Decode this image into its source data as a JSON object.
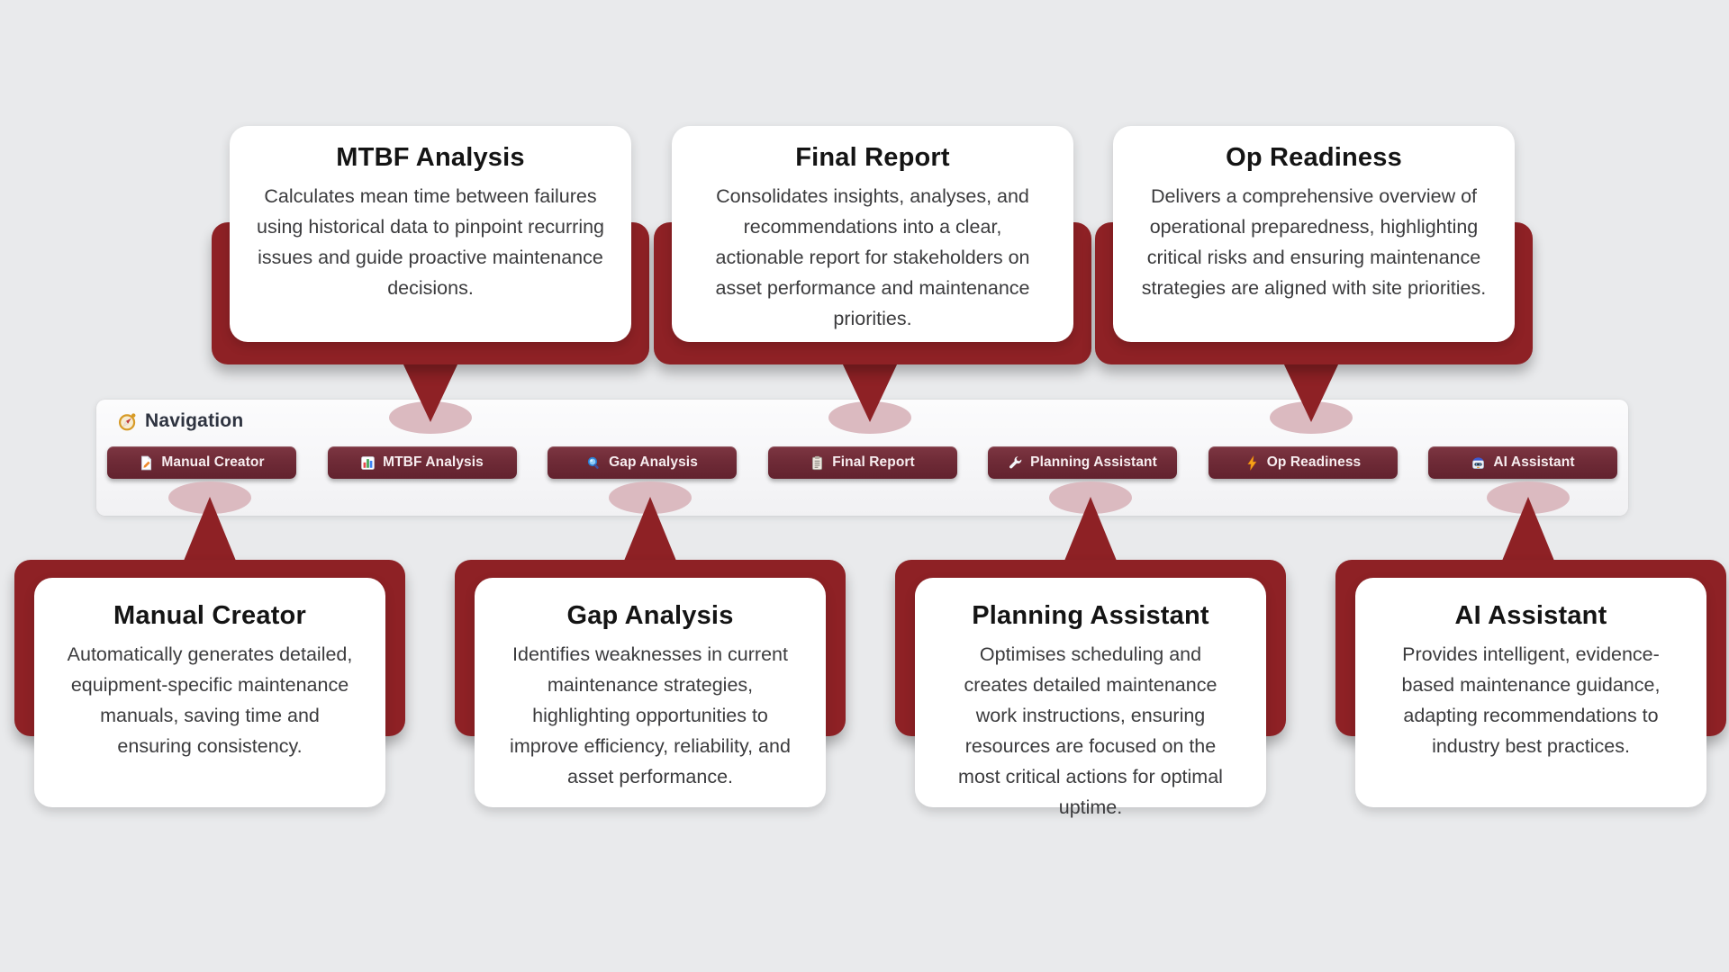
{
  "navigation": {
    "label": "Navigation",
    "icon": "compass-icon",
    "items": [
      {
        "label": "Manual Creator",
        "icon": "document-icon"
      },
      {
        "label": "MTBF Analysis",
        "icon": "bar-chart-icon"
      },
      {
        "label": "Gap Analysis",
        "icon": "magnifier-icon"
      },
      {
        "label": "Final Report",
        "icon": "clipboard-icon"
      },
      {
        "label": "Planning Assistant",
        "icon": "wrench-icon"
      },
      {
        "label": "Op Readiness",
        "icon": "lightning-icon"
      },
      {
        "label": "AI Assistant",
        "icon": "robot-icon"
      }
    ]
  },
  "callouts": {
    "top": [
      {
        "title": "MTBF Analysis",
        "description": "Calculates mean time between failures using historical data to pinpoint recurring issues and guide proactive maintenance decisions.",
        "anchor_item": "MTBF Analysis"
      },
      {
        "title": "Final Report",
        "description": "Consolidates insights, analyses, and recommendations into a clear, actionable report for stakeholders on asset performance and maintenance priorities.",
        "anchor_item": "Final Report"
      },
      {
        "title": "Op Readiness",
        "description": "Delivers a comprehensive overview of operational preparedness, highlighting critical risks and ensuring maintenance strategies are aligned with site priorities.",
        "anchor_item": "Op Readiness"
      }
    ],
    "bottom": [
      {
        "title": "Manual Creator",
        "description": "Automatically generates detailed, equipment-specific maintenance manuals, saving time and ensuring consistency.",
        "anchor_item": "Manual Creator"
      },
      {
        "title": "Gap Analysis",
        "description": "Identifies weaknesses in current maintenance strategies, highlighting opportunities to improve efficiency, reliability, and asset performance.",
        "anchor_item": "Gap Analysis"
      },
      {
        "title": "Planning Assistant",
        "description": "Optimises scheduling and creates detailed maintenance work instructions, ensuring resources are focused on the most critical actions for optimal uptime.",
        "anchor_item": "Planning Assistant"
      },
      {
        "title": "AI Assistant",
        "description": "Provides intelligent, evidence-based maintenance guidance, adapting recommendations to industry best practices.",
        "anchor_item": "AI Assistant"
      }
    ]
  },
  "colors": {
    "page_background": "#e9eaec",
    "navbar_background": "#f7f7f9",
    "button_maroon": "#6f2b37",
    "callout_red": "#8e2125",
    "anchor_pink": "#dbbac0",
    "card_white": "#ffffff",
    "title_text": "#141414",
    "body_text": "#3b3b3d",
    "button_text": "#f7edef"
  }
}
